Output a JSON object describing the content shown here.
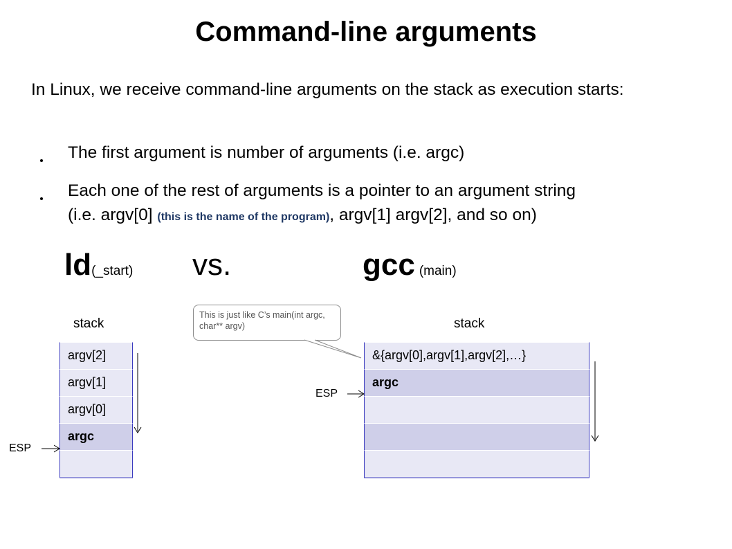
{
  "title": "Command-line arguments",
  "intro": "In Linux, we receive command-line arguments on the stack as execution starts:",
  "bullets": [
    {
      "text": "The first argument is number of arguments (i.e. argc)"
    },
    {
      "line1": "Each one of the rest of arguments is a pointer to an argument string",
      "prefix": "(i.e. argv[0] ",
      "note": "(this is the name of the program)",
      "suffix": ", argv[1] argv[2], and so on)"
    }
  ],
  "compare": {
    "left_main": "ld",
    "left_sub": "(_start)",
    "vs": "vs.",
    "right_main": "gcc",
    "right_sub": "(main)"
  },
  "left_stack": {
    "label": "stack",
    "cells": [
      "argv[2]",
      "argv[1]",
      "argv[0]",
      "argc",
      ""
    ],
    "esp": "ESP"
  },
  "right_stack": {
    "label": "stack",
    "cells": [
      "&{argv[0],argv[1],argv[2],…}",
      "argc",
      "",
      "",
      ""
    ],
    "esp": "ESP"
  },
  "callout": "This is just like C’s main(int argc, char** argv)",
  "colors": {
    "cell_light": "#e8e8f5",
    "cell_dark": "#cfcfe9",
    "cell_border": "#3b3bbf",
    "note_text": "#1f3864"
  },
  "icons": {
    "esp_pointer": "arrow-right-icon",
    "growth": "arrow-down-icon"
  }
}
